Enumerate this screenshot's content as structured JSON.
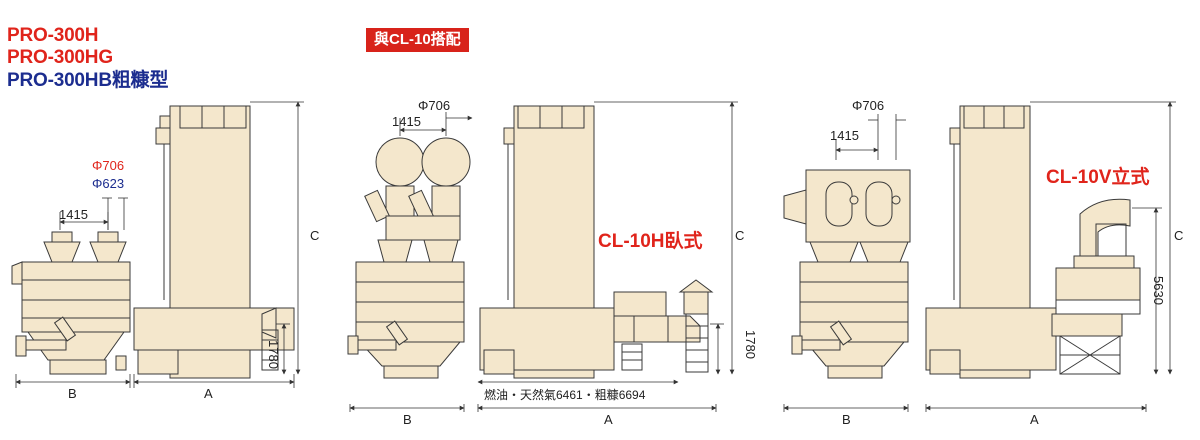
{
  "titles": {
    "line1": "PRO-300H",
    "line2": "PRO-300HG",
    "line3": "PRO-300HB粗糠型"
  },
  "badge": "與CL-10搭配",
  "diagram1": {
    "dia_red": "Φ706",
    "dia_blue": "Φ623",
    "spacing": "1415",
    "height": "1780",
    "dim_b": "B",
    "dim_a": "A",
    "dim_c": "C"
  },
  "diagram2": {
    "dia": "Φ706",
    "spacing": "1415",
    "model": "CL-10H臥式",
    "height": "1780",
    "note": "燃油・天然氣6461・粗糠6694",
    "dim_b": "B",
    "dim_a": "A",
    "dim_c": "C"
  },
  "diagram3": {
    "dia": "Φ706",
    "spacing": "1415",
    "model": "CL-10V立式",
    "height": "5630",
    "dim_b": "B",
    "dim_a": "A",
    "dim_c": "C"
  },
  "colors": {
    "machine_fill": "#f4e7cc",
    "outline": "#3a3a3a",
    "red": "#e0241b",
    "blue": "#1c2d8f"
  }
}
